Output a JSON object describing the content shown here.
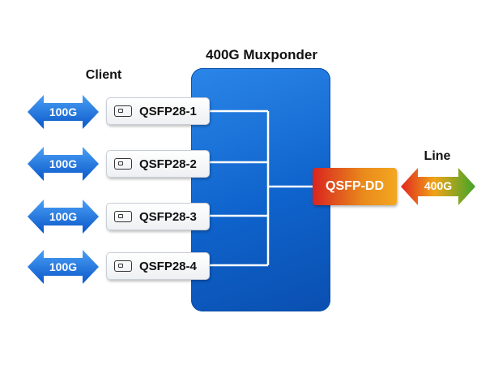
{
  "diagram": {
    "title": "400G Muxponder",
    "client_label": "Client",
    "line_label": "Line",
    "client_ports": [
      {
        "label": "QSFP28-1",
        "rate": "100G"
      },
      {
        "label": "QSFP28-2",
        "rate": "100G"
      },
      {
        "label": "QSFP28-3",
        "rate": "100G"
      },
      {
        "label": "QSFP28-4",
        "rate": "100G"
      }
    ],
    "line_port": {
      "label": "QSFP-DD",
      "rate": "400G"
    },
    "colors": {
      "mux_box": "#1166d4",
      "client_arrow": "#1a73e8",
      "line_arrow_start": "#e0261f",
      "line_arrow_end": "#4caf28",
      "line_port_start": "#d9241f",
      "line_port_end": "#f3a720"
    },
    "icons": {
      "port": "sfp-module-icon",
      "client_arrow": "double-arrow-icon",
      "line_arrow": "double-arrow-icon"
    }
  }
}
